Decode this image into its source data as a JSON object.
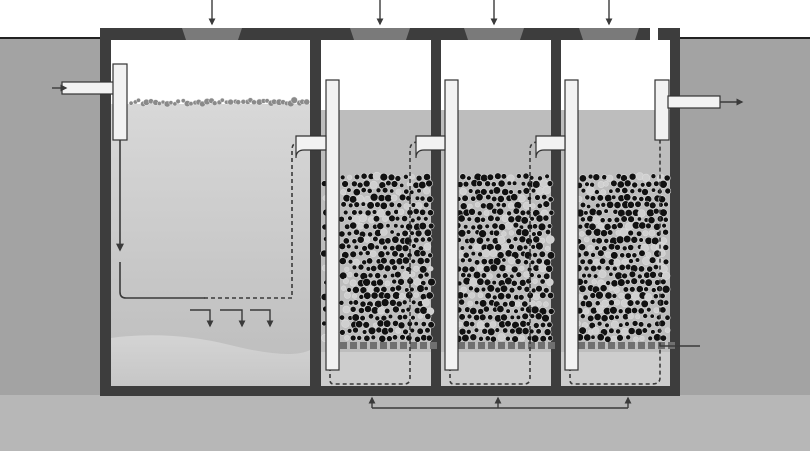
{
  "diagram": {
    "description_labels": [],
    "colors": {
      "background": "#ffffff",
      "ground": "#a0a0a0",
      "ground_lower": "#b4b4b4",
      "tank_wall": "#3d3d3d",
      "water_settler": "#c4c4c4",
      "water_filter": "#b9b9b9",
      "air_space": "#ffffff",
      "sludge": "#cfcfcf",
      "scum": "#8a8a8a",
      "filter_media": "#000000",
      "filter_media_light": "#cfcfcf",
      "pipe": "#f2f2f2",
      "pipe_outline": "#333333",
      "arrow": "#3a3a3a",
      "perforated_plate": "#707070"
    },
    "chambers": [
      {
        "name": "settler",
        "has_media": false
      },
      {
        "name": "filter-1",
        "has_media": true
      },
      {
        "name": "filter-2",
        "has_media": true
      },
      {
        "name": "filter-3",
        "has_media": true
      }
    ],
    "flow": {
      "inlet_icon": "arrow-right-icon",
      "outlet_icon": "arrow-right-icon",
      "top_access_icon": "arrow-down-icon",
      "sludge_return_icon": "arrow-up-icon",
      "top_access_count": 4,
      "sludge_return_count": 3
    }
  }
}
